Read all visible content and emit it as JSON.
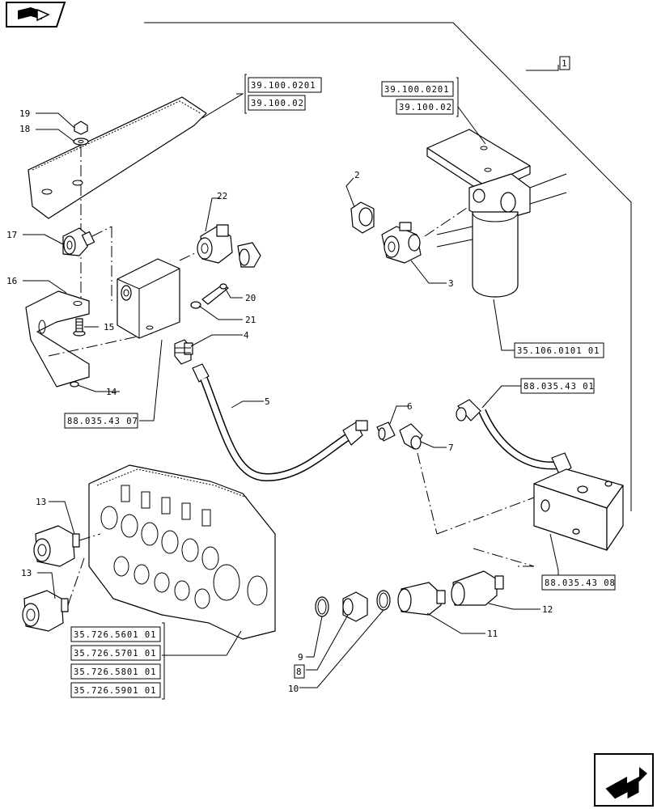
{
  "references": {
    "r_39_100_0201_left": "39.100.0201",
    "r_39_100_02_left": "39.100.02",
    "r_39_100_0201_right": "39.100.0201",
    "r_39_100_02_right": "39.100.02",
    "r_35_106_0101_01": "35.106.0101 01",
    "r_88_035_43_07": "88.035.43 07",
    "r_88_035_43_01": "88.035.43 01",
    "r_88_035_43_08": "88.035.43 08",
    "r_35_726_5601_01": "35.726.5601 01",
    "r_35_726_5701_01": "35.726.5701 01",
    "r_35_726_5801_01": "35.726.5801 01",
    "r_35_726_5901_01": "35.726.5901 01"
  },
  "items": {
    "i1": "1",
    "i2": "2",
    "i3": "3",
    "i4": "4",
    "i5": "5",
    "i6": "6",
    "i7": "7",
    "i8": "8",
    "i9": "9",
    "i10": "10",
    "i11": "11",
    "i12": "12",
    "i13a": "13",
    "i13b": "13",
    "i14": "14",
    "i15": "15",
    "i16": "16",
    "i17": "17",
    "i18": "18",
    "i19": "19",
    "i20": "20",
    "i21": "21",
    "i22": "22"
  },
  "icons": {
    "top_left": "book-arrow-icon",
    "bottom_right": "next-page-arrow-icon"
  }
}
